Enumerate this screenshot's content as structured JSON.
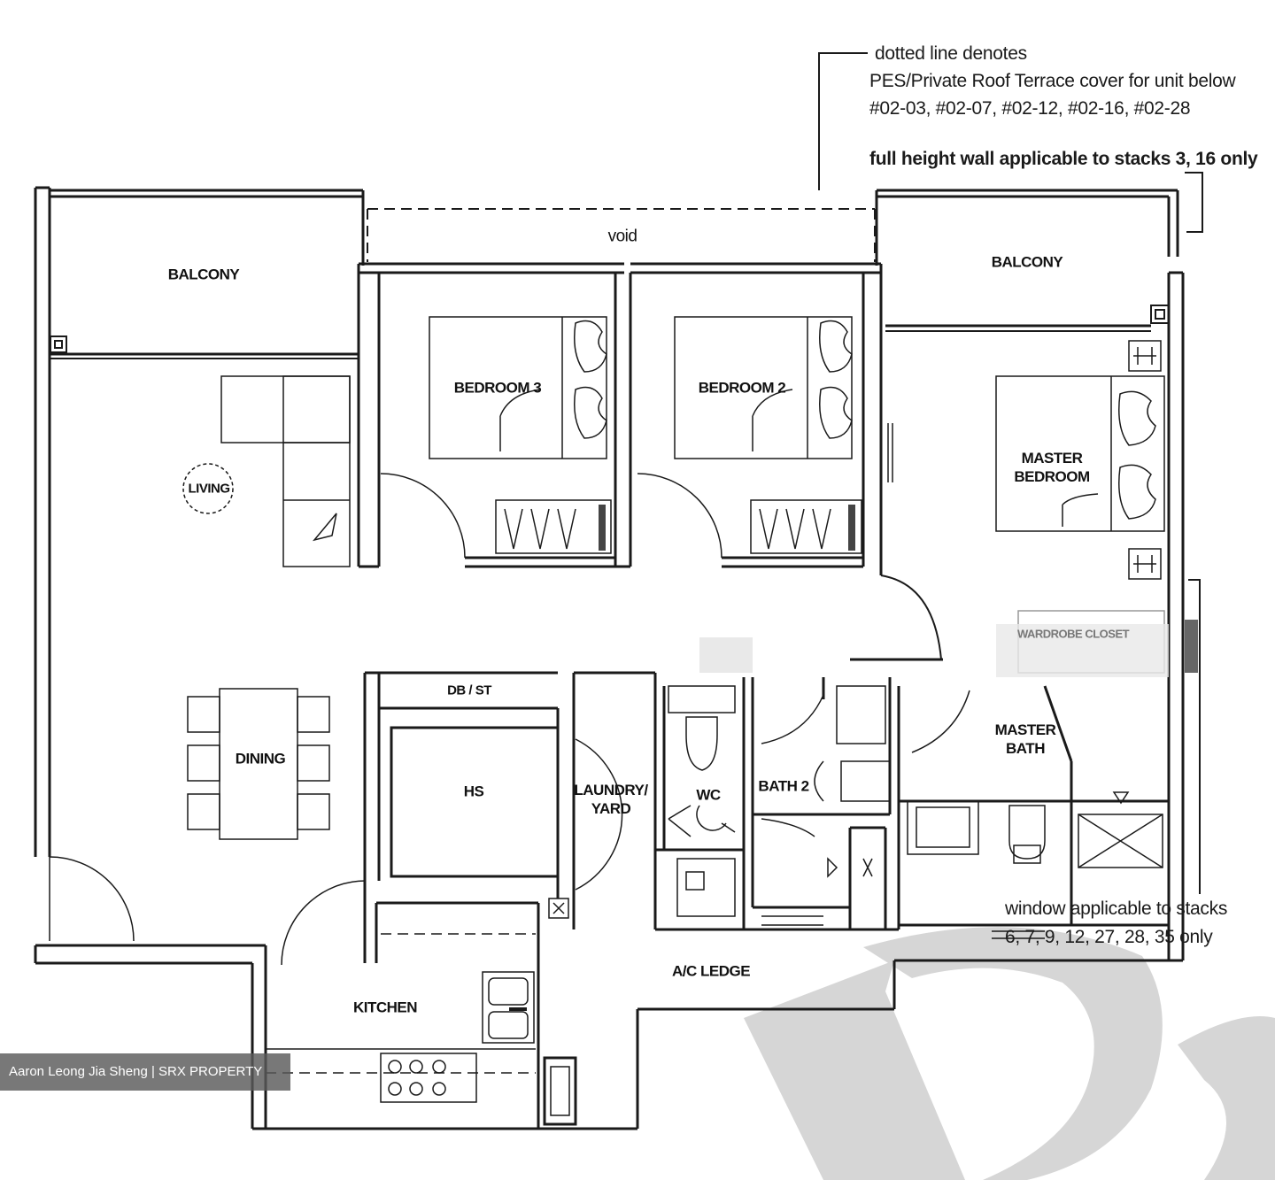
{
  "notes": {
    "pes_line1": "dotted line denotes",
    "pes_line2": "PES/Private Roof Terrace cover for unit below",
    "pes_line3": "#02-03, #02-07, #02-12, #02-16, #02-28",
    "full_height_wall": "full height wall applicable to stacks 3, 16 only",
    "window_line1": "window applicable to stacks",
    "window_line2": "6, 7, 9, 12, 27, 28, 35 only"
  },
  "rooms": {
    "void": "void",
    "balcony_left": "BALCONY",
    "balcony_right": "BALCONY",
    "bedroom3": "BEDROOM 3",
    "bedroom2": "BEDROOM 2",
    "master_bedroom_line1": "MASTER",
    "master_bedroom_line2": "BEDROOM",
    "living": "LIVING",
    "dining": "DINING",
    "db_st": "DB / ST",
    "hs": "HS",
    "laundry_line1": "LAUNDRY/",
    "laundry_line2": "YARD",
    "wc": "WC",
    "bath2": "BATH 2",
    "master_bath_line1": "MASTER",
    "master_bath_line2": "BATH",
    "ac_ledge": "A/C LEDGE",
    "kitchen": "KITCHEN",
    "closet": "WARDROBE CLOSET"
  },
  "watermark": "Aaron Leong Jia Sheng | SRX PROPERTY",
  "colors": {
    "line": "#1a1a1a",
    "watermark_bg": "#5a5a5a",
    "big_letter": "#d0d0d0"
  }
}
